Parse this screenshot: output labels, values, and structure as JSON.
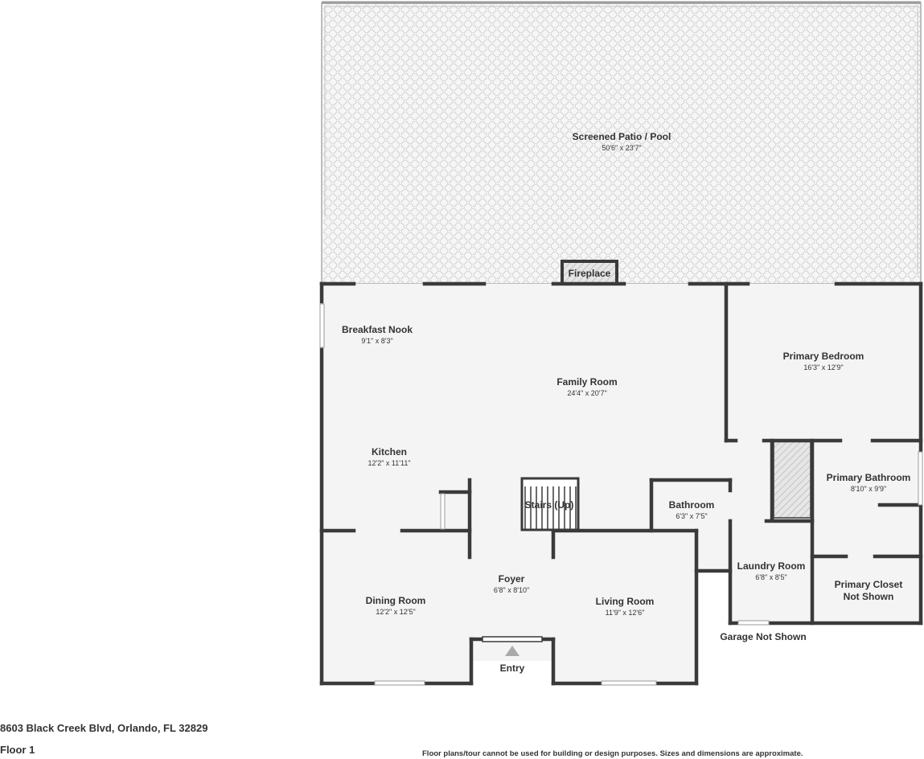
{
  "rooms": {
    "patio": {
      "name": "Screened Patio / Pool",
      "dims": "50'6\" x 23'7\""
    },
    "fireplace": {
      "name": "Fireplace"
    },
    "nook": {
      "name": "Breakfast Nook",
      "dims": "9'1\" x 8'3\""
    },
    "family": {
      "name": "Family Room",
      "dims": "24'4\" x 20'7\""
    },
    "bedroom": {
      "name": "Primary Bedroom",
      "dims": "16'3\" x 12'9\""
    },
    "kitchen": {
      "name": "Kitchen",
      "dims": "12'2\" x 11'11\""
    },
    "pbath": {
      "name": "Primary Bathroom",
      "dims": "8'10\" x 9'9\""
    },
    "stairs": {
      "name": "Stairs (Up)"
    },
    "bath": {
      "name": "Bathroom",
      "dims": "6'3\" x 7'5\""
    },
    "laundry": {
      "name": "Laundry Room",
      "dims": "6'8\" x 8'5\""
    },
    "foyer": {
      "name": "Foyer",
      "dims": "6'8\" x 8'10\""
    },
    "dining": {
      "name": "Dining Room",
      "dims": "12'2\" x 12'5\""
    },
    "living": {
      "name": "Living Room",
      "dims": "11'9\" x 12'6\""
    },
    "closet": {
      "name_line1": "Primary Closet",
      "name_line2": "Not Shown"
    },
    "garage": {
      "name": "Garage Not Shown"
    },
    "entry": {
      "name": "Entry"
    }
  },
  "footer": {
    "address": "8603 Black Creek Blvd, Orlando, FL 32829",
    "floor": "Floor 1",
    "disclaimer": "Floor plans/tour cannot be used for building or design purposes. Sizes and dimensions are approximate."
  },
  "colors": {
    "floor": "#f4f4f4",
    "wall": "#3a3a3a",
    "patio_pattern": "#dadada"
  }
}
